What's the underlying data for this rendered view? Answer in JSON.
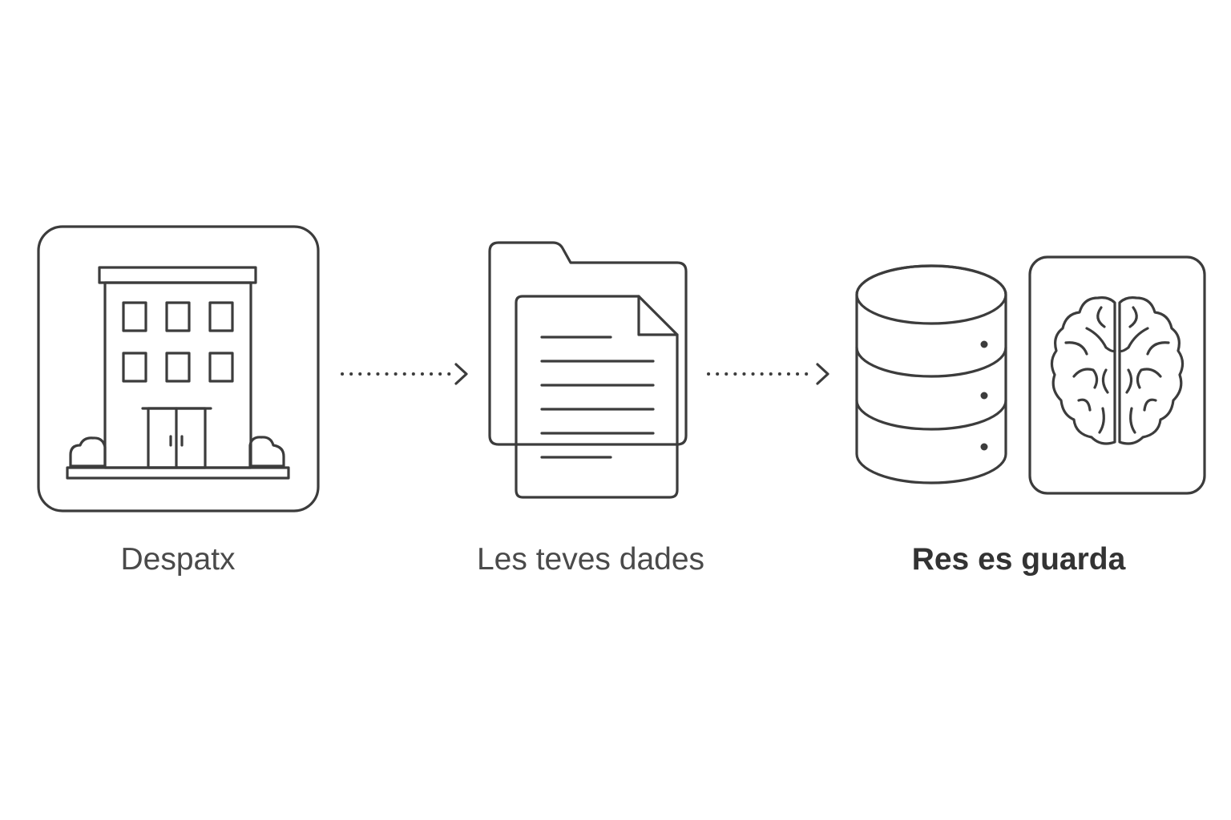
{
  "steps": [
    {
      "label": "Despatx",
      "icon": "office-building-icon"
    },
    {
      "label": "Les teves dades",
      "icon": "folder-document-icon"
    },
    {
      "label": "Res es guarda",
      "icon": "database-icon"
    }
  ],
  "extra_icon": "brain-icon",
  "connector_icon": "dotted-arrow-icon",
  "colors": {
    "background": "#ffffff",
    "stroke": "#3c3c3c",
    "fill": "#ececec",
    "label_regular": "#4a4a4a",
    "label_bold": "#333333"
  }
}
